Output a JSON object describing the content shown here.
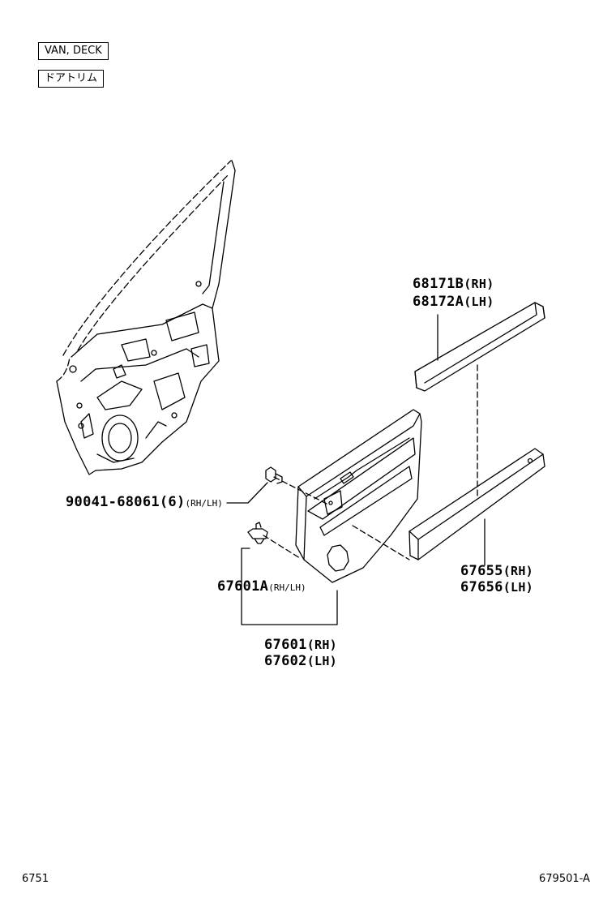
{
  "tags": {
    "model": "VAN, DECK",
    "section": "ドアトリム"
  },
  "parts": [
    {
      "id": "weatherstrip-upper",
      "number": "68171B",
      "side": "(RH)"
    },
    {
      "id": "weatherstrip-upper-lh",
      "number": "68172A",
      "side": "(LH)"
    },
    {
      "id": "screw",
      "number": "90041-68061(6)",
      "side": "(RH/LH)"
    },
    {
      "id": "clip",
      "number": "67601A",
      "side": "(RH/LH)"
    },
    {
      "id": "trim-board-rh",
      "number": "67601",
      "side": "(RH)"
    },
    {
      "id": "trim-board-lh",
      "number": "67602",
      "side": "(LH)"
    },
    {
      "id": "lower-strip-rh",
      "number": "67655",
      "side": "(RH)"
    },
    {
      "id": "lower-strip-lh",
      "number": "67656",
      "side": "(LH)"
    }
  ],
  "footer": {
    "page": "6751",
    "figure": "679501-A"
  }
}
